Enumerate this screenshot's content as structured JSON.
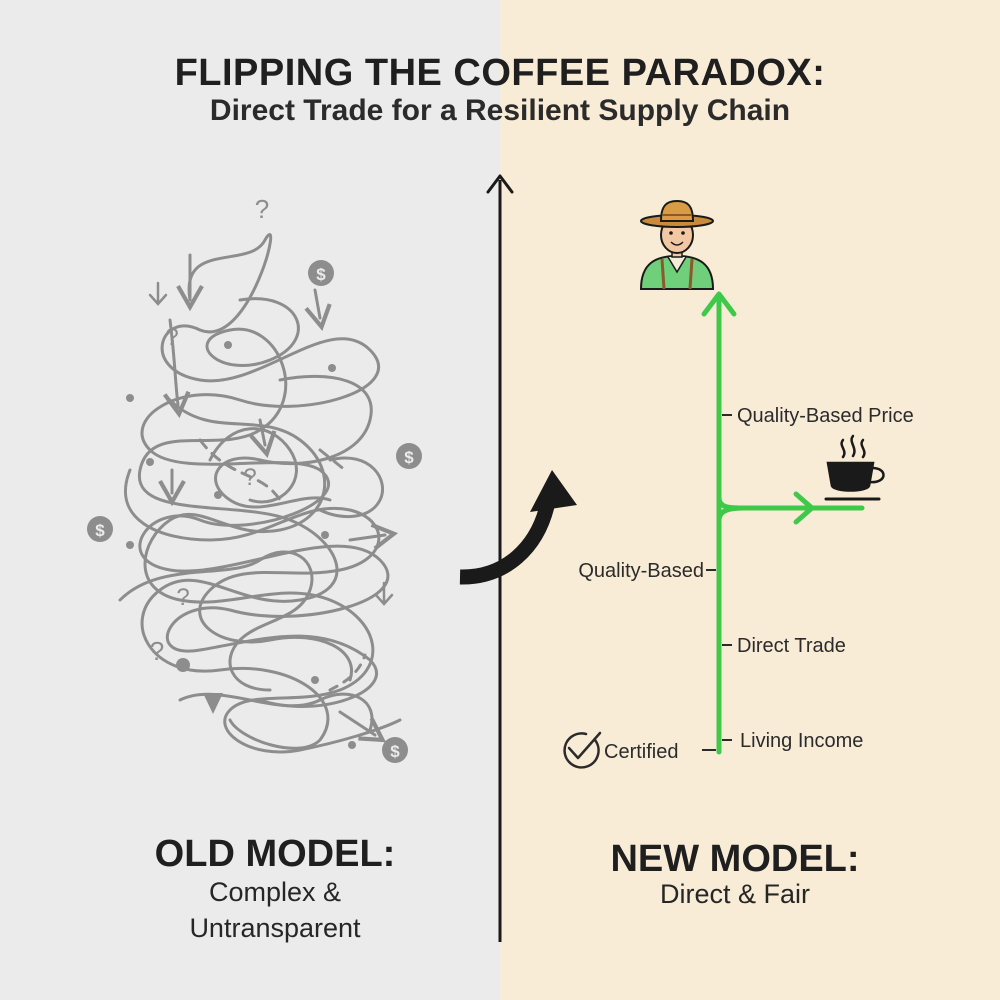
{
  "header": {
    "title": "FLIPPING THE COFFEE PARADOX:",
    "subtitle": "Direct Trade for a Resilient Supply Chain"
  },
  "old_model": {
    "title": "OLD MODEL:",
    "subtitle_line1": "Complex &",
    "subtitle_line2": "Untransparent",
    "background": "#ebebeb",
    "path_color": "#8d8d8d",
    "symbols": {
      "unknown": "?",
      "money": "$"
    }
  },
  "new_model": {
    "title": "NEW MODEL:",
    "subtitle": "Direct & Fair",
    "background": "#f9ecd6",
    "path_color": "#3ec94a",
    "labels": {
      "quality_price": "Quality-Based Price",
      "quality_based": "Quality-Based",
      "direct_trade": "Direct Trade",
      "living_income": "Living Income",
      "certified": "Certified"
    },
    "icons": [
      "farmer-icon",
      "coffee-cup-icon",
      "check-circle-icon"
    ]
  }
}
